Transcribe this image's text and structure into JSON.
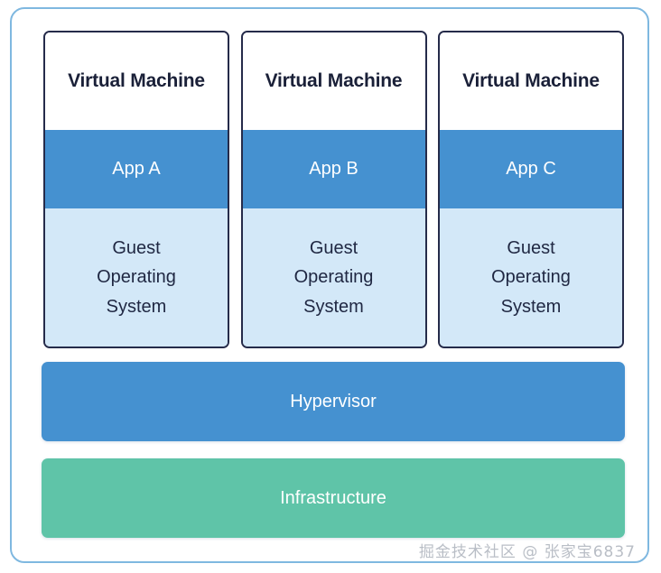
{
  "diagram": {
    "title_hidden": "",
    "colors": {
      "outer_frame_border": "#7fb8e0",
      "vm_card_border": "#252b4a",
      "app_band": "#4591d0",
      "guest_os_band": "#d3e8f8",
      "hypervisor": "#4591d0",
      "infrastructure": "#5fc4a8",
      "title_text": "#1a2038",
      "watermark_text": "#b9bec6"
    },
    "vms": [
      {
        "title": "Virtual Machine",
        "app": "App A",
        "guest_os": "Guest\nOperating\nSystem",
        "guest_os_lines": [
          "Guest",
          "Operating",
          "System"
        ]
      },
      {
        "title": "Virtual Machine",
        "app": "App B",
        "guest_os": "Guest\nOperating\nSystem",
        "guest_os_lines": [
          "Guest",
          "Operating",
          "System"
        ]
      },
      {
        "title": "Virtual Machine",
        "app": "App C",
        "guest_os": "Guest\nOperating\nSystem",
        "guest_os_lines": [
          "Guest",
          "Operating",
          "System"
        ]
      }
    ],
    "layers": [
      {
        "label": "Hypervisor"
      },
      {
        "label": "Infrastructure"
      }
    ],
    "watermark": "掘金技术社区 @ 张家宝6837"
  }
}
